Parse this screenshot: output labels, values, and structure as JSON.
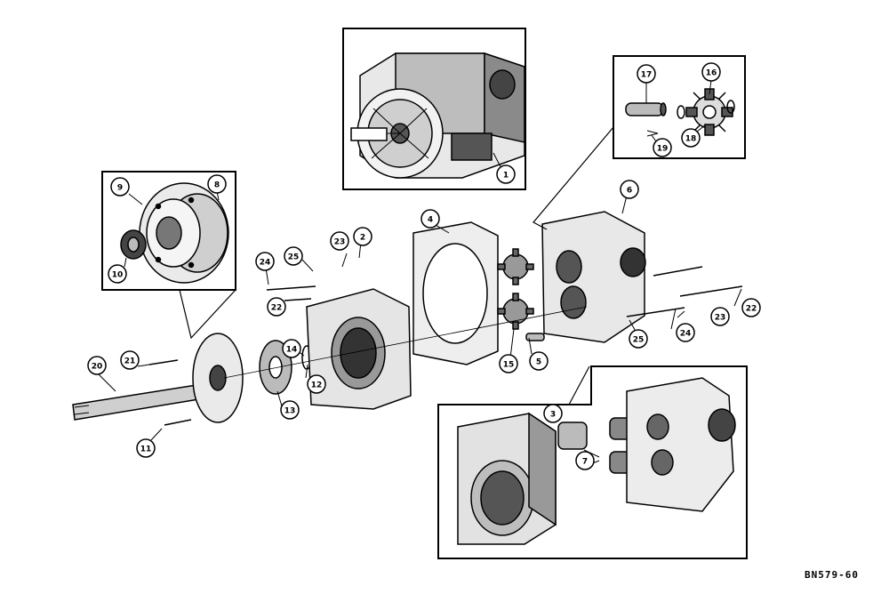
{
  "figure_code": "BN579-60",
  "callouts": [
    "1",
    "2",
    "3",
    "4",
    "5",
    "6",
    "7",
    "8",
    "9",
    "10",
    "11",
    "12",
    "13",
    "14",
    "15",
    "16",
    "17",
    "18",
    "19",
    "20",
    "21",
    "22",
    "23",
    "24",
    "25"
  ]
}
